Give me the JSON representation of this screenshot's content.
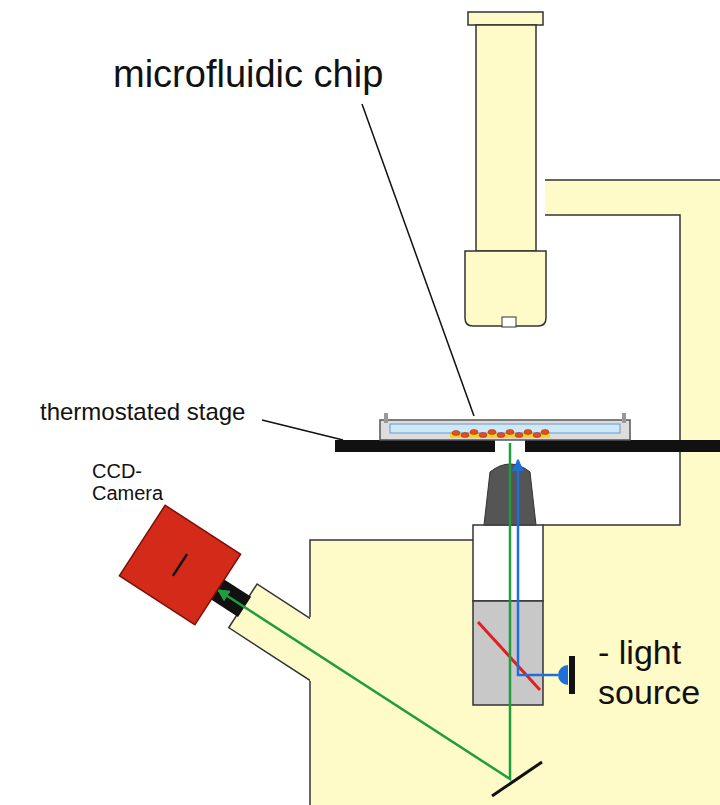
{
  "diagram": {
    "nodes": [
      {
        "text": [
          "CCD- Camera"
        ]
      }
    ],
    "labels": [
      "microfluidic chip",
      "thermostated stage",
      "- light source"
    ]
  }
}
